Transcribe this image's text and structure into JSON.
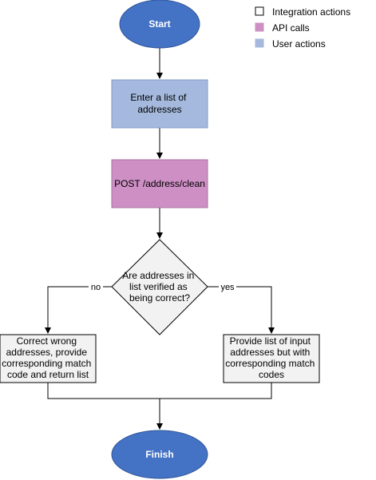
{
  "colors": {
    "terminal_fill": "#4472C4",
    "terminal_stroke": "#2F5597",
    "user_action_fill": "#A4B9DD",
    "user_action_stroke": "#7F9CC9",
    "api_call_fill": "#CD8FC4",
    "api_call_stroke": "#A8709F",
    "integration_fill": "#F2F2F2",
    "integration_stroke": "#000000"
  },
  "legend": {
    "integration": "Integration actions",
    "api": "API calls",
    "user": "User actions"
  },
  "nodes": {
    "start": "Start",
    "enter_list": [
      "Enter a list of",
      "addresses"
    ],
    "post_clean": "POST /address/clean",
    "decision": [
      "Are addresses in",
      "list verified as",
      "being correct?"
    ],
    "correct_wrong": [
      "Correct wrong",
      "addresses, provide",
      "corresponding match",
      "code and return list"
    ],
    "provide_list": [
      "Provide list of input",
      "addresses but with",
      "corresponding match",
      "codes"
    ],
    "finish": "Finish"
  },
  "edges": {
    "no_label": "no",
    "yes_label": "yes"
  }
}
